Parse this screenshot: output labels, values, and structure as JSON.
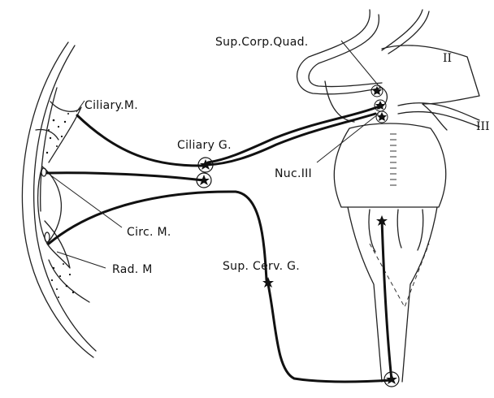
{
  "labels": {
    "sup_corp_quad": "Sup.Corp.Quad.",
    "optic_nerve": "II",
    "oculomotor_nerve": "III",
    "ciliary_muscle": "Ciliary.M.",
    "ciliary_ganglion": "Ciliary G.",
    "nucleus_III": "Nuc.III",
    "circular_muscle": "Circ. M.",
    "radial_muscle": "Rad. M",
    "sup_cerv_ganglion": "Sup. Cerv. G."
  },
  "colors": {
    "ink": "#111111",
    "paper": "#ffffff"
  }
}
